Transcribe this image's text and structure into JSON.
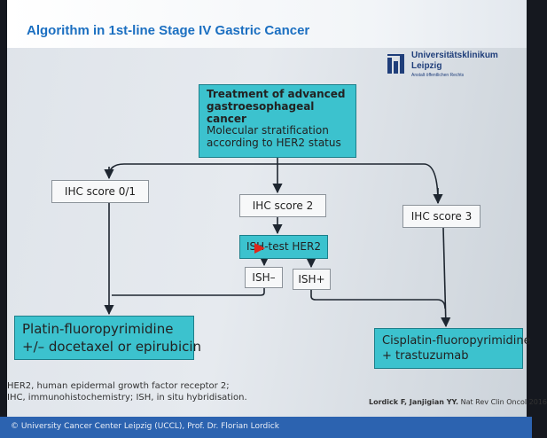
{
  "slide": {
    "title": "Algorithm in 1st-line Stage IV Gastric Cancer",
    "logo": {
      "name": "Universitätsklinikum",
      "city": "Leipzig",
      "subtitle": "Anstalt öffentlichen Rechts",
      "icon": "university-logo-mark"
    }
  },
  "flowchart": {
    "root": {
      "line1": "Treatment of advanced",
      "line2": "gastroesophageal cancer",
      "line3": "Molecular stratification",
      "line4": "according to HER2 status"
    },
    "ihc_score_01": "IHC score 0/1",
    "ihc_score_2": "IHC score 2",
    "ihc_score_3": "IHC score 3",
    "ish_test": "ISH-test HER2",
    "ish_negative": "ISH–",
    "ish_positive": "ISH+",
    "result_left": {
      "line1": "Platin-fluoropyrimidine",
      "line2": "+/– docetaxel or epirubicin"
    },
    "result_right": {
      "line1": "Cisplatin-fluoropyrimidine",
      "line2": "+ trastuzumab"
    }
  },
  "footnote": {
    "line1": "HER2, human epidermal growth factor receptor 2;",
    "line2": "IHC, immunohistochemistry; ISH, in situ hybridisation."
  },
  "reference": {
    "authors": "Lordick F, Janjigian YY.",
    "journal": "Nat Rev Clin Oncol 2016"
  },
  "footer": {
    "text": "© University Cancer Center Leipzig (UCCL), Prof. Dr. Florian Lordick"
  },
  "colors": {
    "title": "#1b6fc1",
    "teal_box": "#3cc2ce",
    "footer_bar": "#2c63b0",
    "pointer": "#e0261b"
  }
}
